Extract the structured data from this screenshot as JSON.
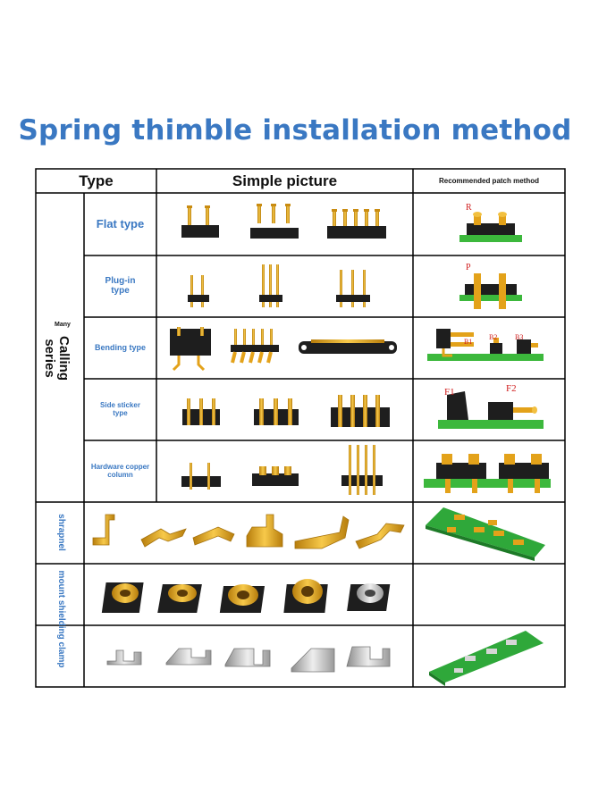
{
  "title": "Spring thimble installation method",
  "headers": {
    "type": "Type",
    "picture": "Simple picture",
    "method": "Recommended patch method"
  },
  "group": {
    "prefix": "Many",
    "line1": "Calling",
    "line2": "series"
  },
  "rows": [
    {
      "label": "Flat type"
    },
    {
      "label": "Plug-in type"
    },
    {
      "label": "Bending type"
    },
    {
      "label": "Side sticker type"
    },
    {
      "label": "Hardware copper column"
    }
  ],
  "side_labels": {
    "shrapnel": "shrapnel",
    "mount": "mount shielding clamp"
  },
  "method_labels": {
    "r": "R",
    "p": "P",
    "b1": "B1",
    "b2": "B2",
    "b3": "B3",
    "f1": "F1",
    "f2": "F2"
  },
  "colors": {
    "title": "#3a78c2",
    "gold": "#e3a21a",
    "black": "#1e1e1e",
    "green": "#3cb83c",
    "silver": "#c8c8c8",
    "label_red": "#d02020"
  }
}
